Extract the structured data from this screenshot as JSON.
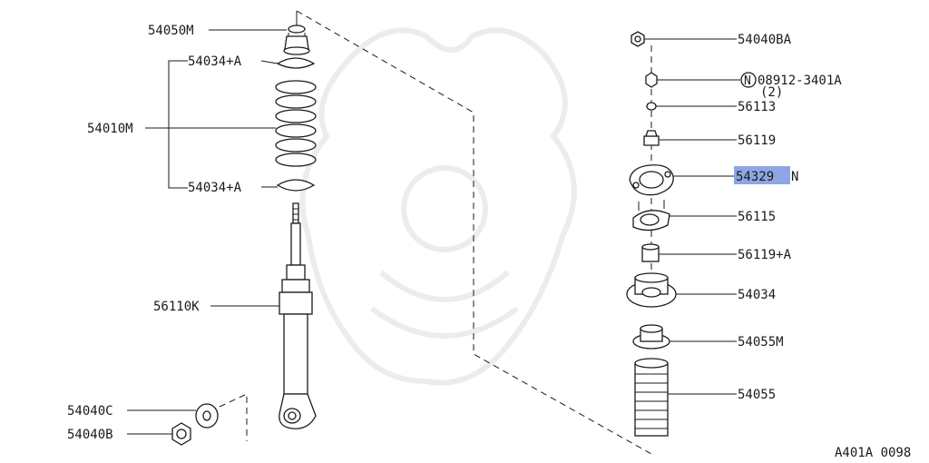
{
  "diagram": {
    "footer_code": "A401A 0098",
    "highlight_color": "#8ea6e4",
    "labels": {
      "p54050M": "54050M",
      "p54034A_top": "54034+A",
      "p54010M": "54010M",
      "p54034A_bottom": "54034+A",
      "p56110K": "56110K",
      "p54040C": "54040C",
      "p54040B": "54040B",
      "p54040BA": "54040BA",
      "p08912_circle": "N",
      "p08912": "08912-3401A",
      "p08912_qty": "(2)",
      "p56113": "56113",
      "p56119": "56119",
      "p54329_highlight": "54329",
      "p54329_suffix": "N",
      "p56115": "56115",
      "p56119A": "56119+A",
      "p54034": "54034",
      "p54055M": "54055M",
      "p54055": "54055"
    }
  }
}
